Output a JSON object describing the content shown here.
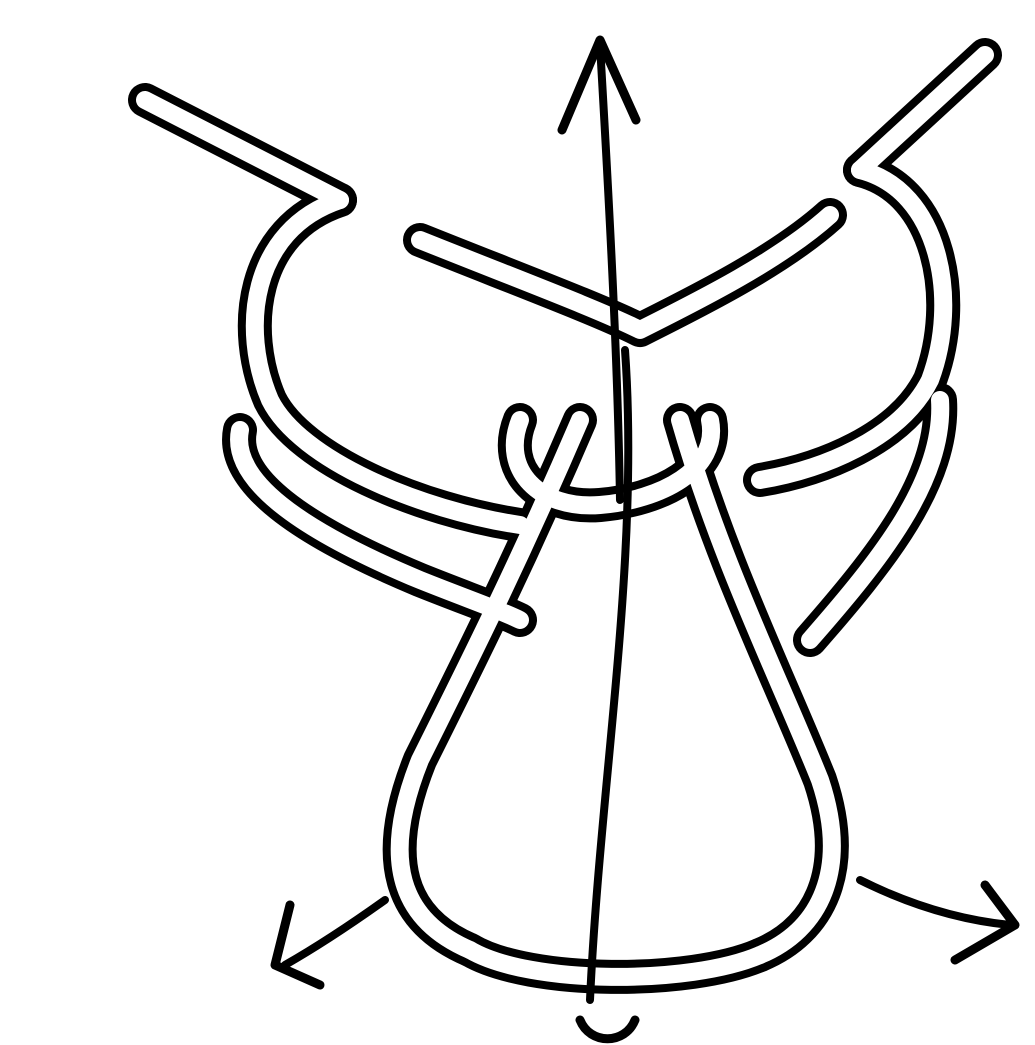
{
  "figure": {
    "description_visible_text": "",
    "colors": {
      "background": "#ffffff",
      "ink": "#000000",
      "cord_fill": "#ffffff"
    },
    "elements": {
      "cords": [
        "standing-part-left-cord",
        "standing-part-right-cord",
        "upper-left-bight",
        "upper-right-bight",
        "center-cross-cord",
        "left-side-wrap",
        "right-side-wrap",
        "center-wrap-turns",
        "lower-left-bight",
        "lower-right-bight",
        "bottom-loop"
      ],
      "arrows": [
        "pull-arrow-up",
        "pull-arrow-lower-left",
        "pull-arrow-lower-right",
        "pull-arrow-down"
      ]
    }
  }
}
